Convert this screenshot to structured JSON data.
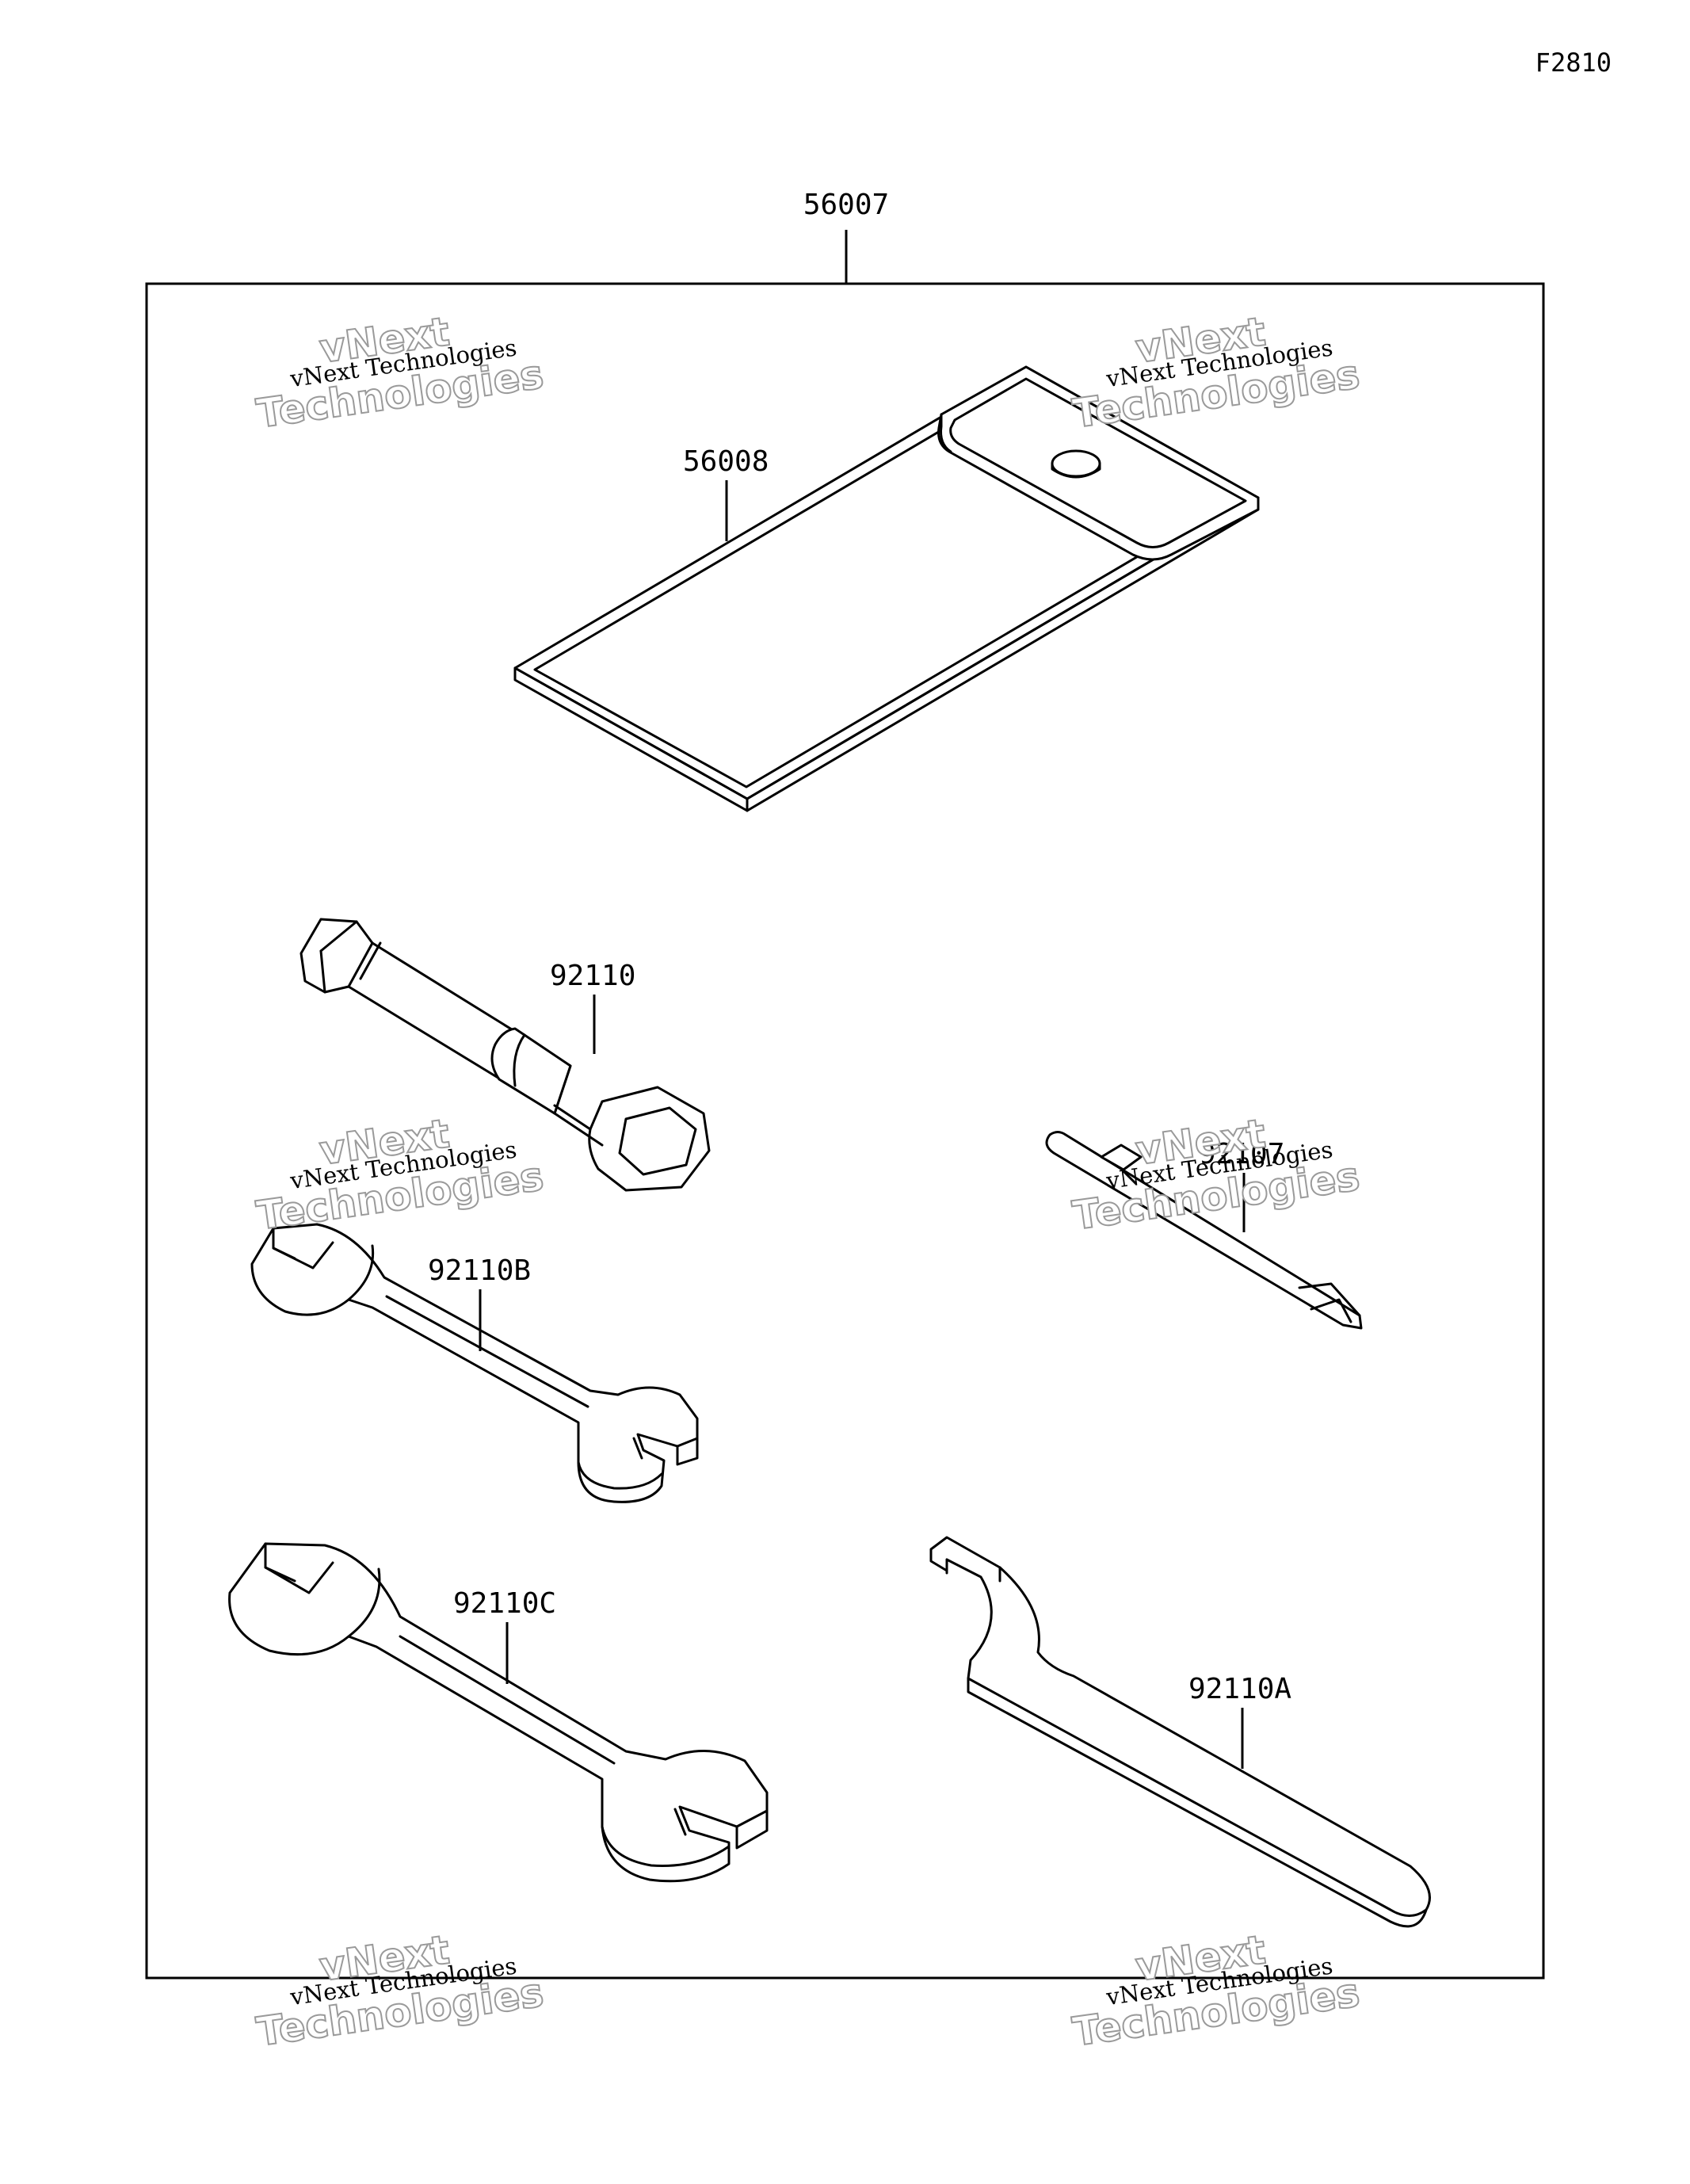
{
  "figure_ref": "F2810",
  "assembly": {
    "part_no": "56007"
  },
  "parts": [
    {
      "key": "bag",
      "part_no": "56008"
    },
    {
      "key": "plug_wrench",
      "part_no": "92110"
    },
    {
      "key": "screwdriver",
      "part_no": "92107"
    },
    {
      "key": "wrench_b",
      "part_no": "92110B"
    },
    {
      "key": "wrench_c",
      "part_no": "92110C"
    },
    {
      "key": "hook_wrench",
      "part_no": "92110A"
    }
  ],
  "watermark": {
    "small": "vNext Technologies",
    "big_line1": "vNext",
    "big_line2": "Technologies"
  }
}
